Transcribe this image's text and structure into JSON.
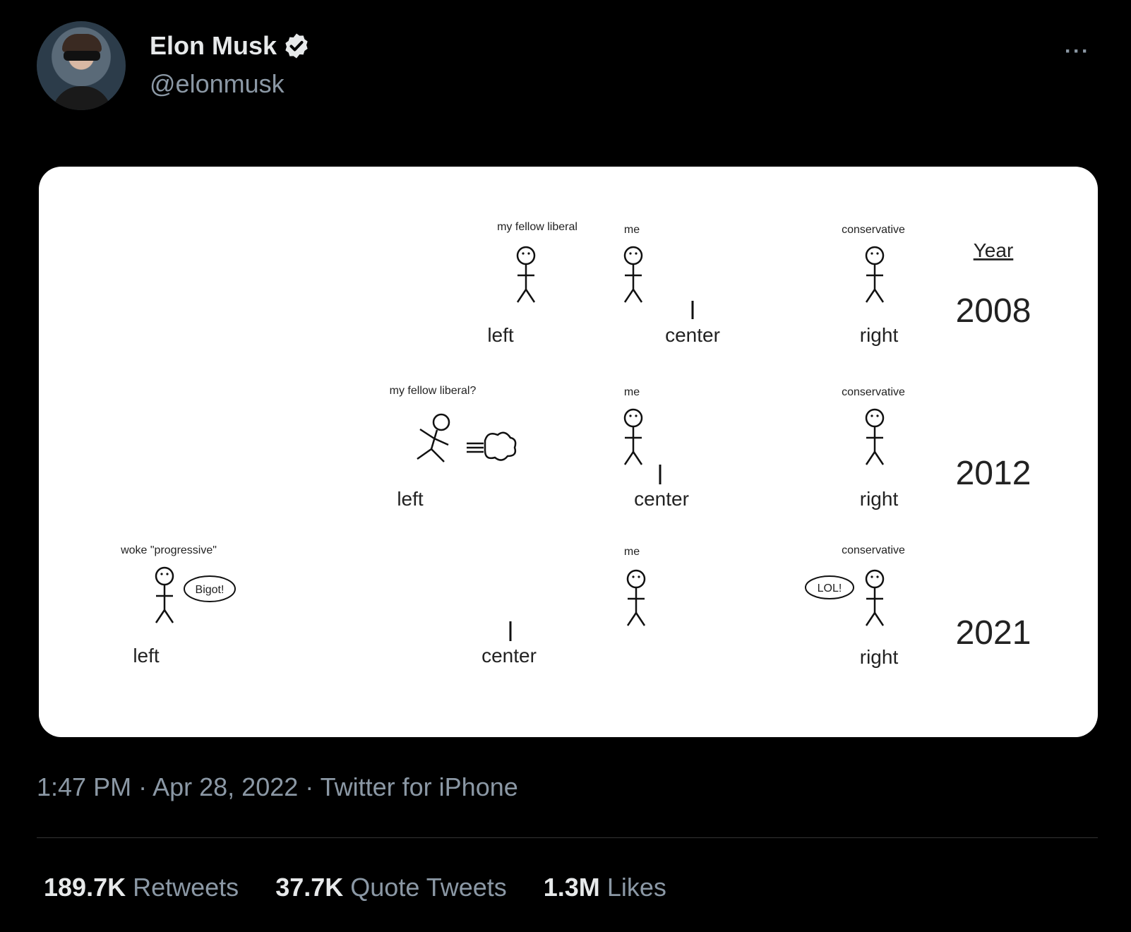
{
  "tweet": {
    "author_name": "Elon Musk",
    "handle": "@elonmusk",
    "more_label": "···",
    "time": "1:47 PM",
    "date": "Apr 28, 2022",
    "source": "Twitter for iPhone",
    "separator": "·"
  },
  "stats": {
    "retweets_count": "189.7K",
    "retweets_label": "Retweets",
    "quotes_count": "37.7K",
    "quotes_label": "Quote Tweets",
    "likes_count": "1.3M",
    "likes_label": "Likes"
  },
  "comic": {
    "year_heading": "Year",
    "rows": [
      {
        "year": "2008",
        "left": "left",
        "center": "center",
        "right": "right",
        "fellow": "my fellow liberal",
        "me": "me",
        "conservative": "conservative"
      },
      {
        "year": "2012",
        "left": "left",
        "center": "center",
        "right": "right",
        "fellow": "my fellow liberal?",
        "me": "me",
        "conservative": "conservative"
      },
      {
        "year": "2021",
        "left": "left",
        "center": "center",
        "right": "right",
        "fellow": "woke \"progressive\"",
        "me": "me",
        "conservative": "conservative",
        "fellow_bubble": "Bigot!",
        "conservative_bubble": "LOL!"
      }
    ]
  },
  "colors": {
    "left_line": "#6f8fd0",
    "right_line": "#e07a7a",
    "verified": "#e7e9ea"
  }
}
